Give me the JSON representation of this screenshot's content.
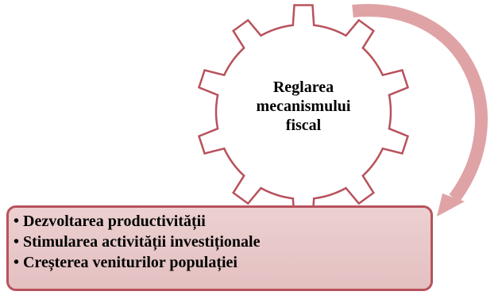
{
  "gear": {
    "label_lines": [
      "Reglarea",
      "mecanismului",
      "fiscal"
    ]
  },
  "outcomes": {
    "bullet": "•",
    "items": [
      "Dezvoltarea productivității",
      "Stimularea activității investiționale",
      "Creșterea veniturilor populației"
    ]
  },
  "colors": {
    "gear_stroke": "#b8525c",
    "gear_fill": "#ffffff",
    "arrow": "#dfa3a6",
    "box_border": "#b8525c",
    "box_fill": "#e8c8c9"
  }
}
